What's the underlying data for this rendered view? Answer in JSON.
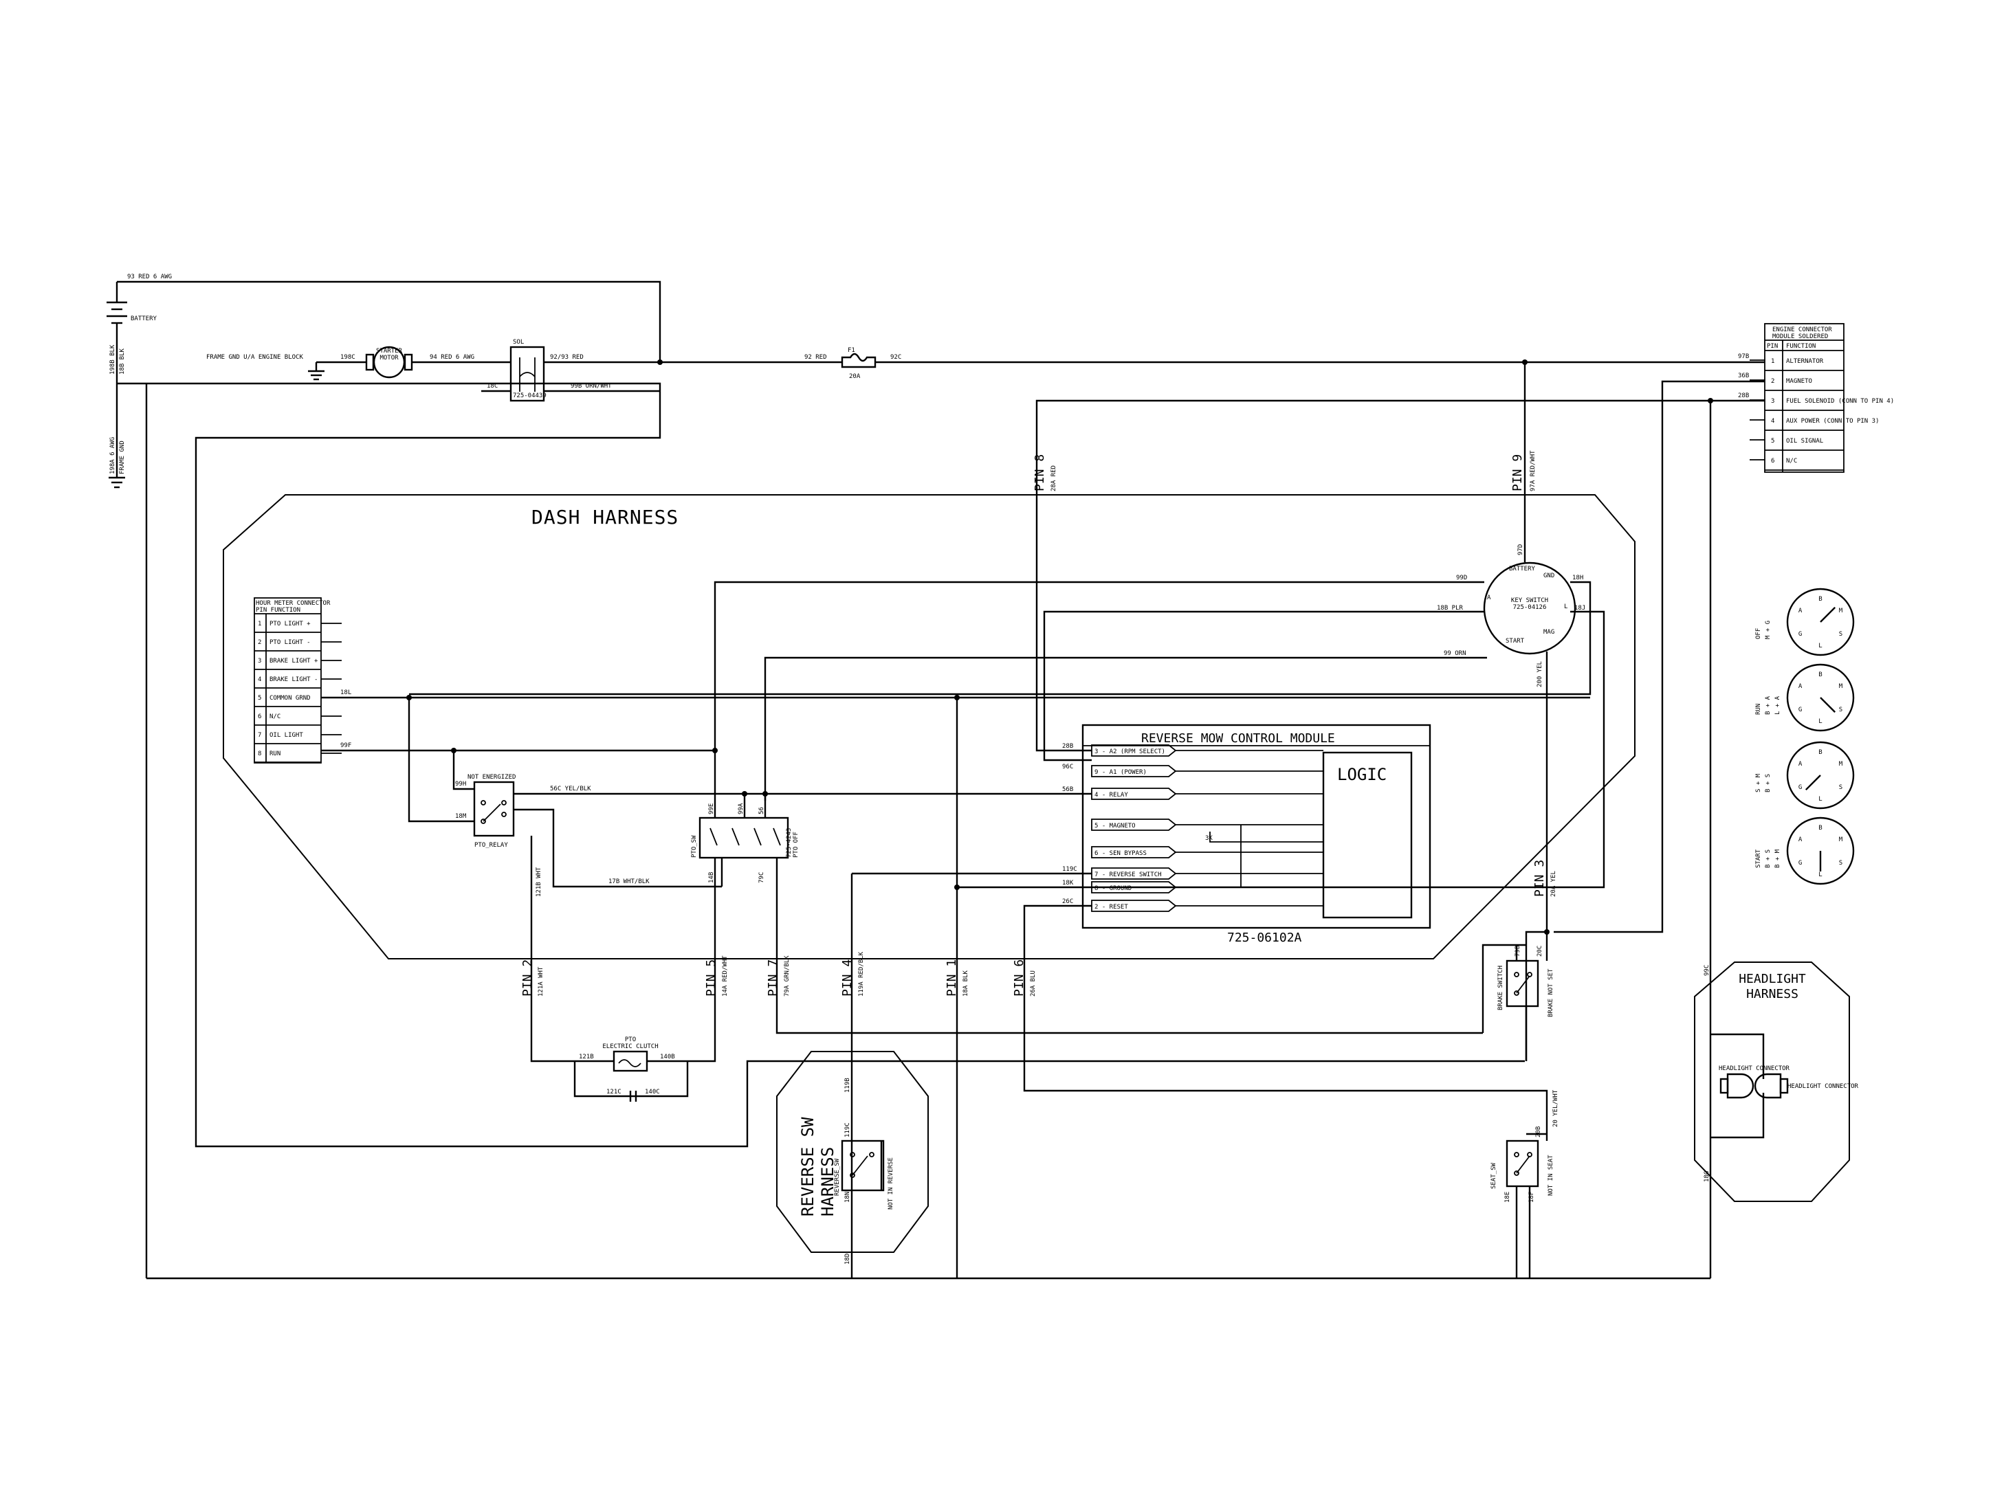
{
  "harnesses": {
    "dash": "DASH HARNESS",
    "reverse_sw": [
      "REVERSE SW",
      "HARNESS"
    ],
    "headlight": [
      "HEADLIGHT",
      "HARNESS"
    ]
  },
  "module": {
    "title": "REVERSE MOW CONTROL MODULE",
    "logic": "LOGIC",
    "part_no": "725-06102A",
    "pins": [
      "3 - A2 (RPM SELECT)",
      "9 - A1 (POWER)",
      "4 - RELAY",
      "5 - MAGNETO",
      "6 - SEN BYPASS",
      "7 - REVERSE SWITCH",
      "8 - GROUND",
      "2 - RESET"
    ],
    "wires": [
      "28B",
      "96C",
      "56B",
      "",
      "",
      "119C",
      "18K",
      "26C"
    ]
  },
  "engine_connector": {
    "title": [
      "ENGINE CONNECTOR",
      "MODULE SOLDERED"
    ],
    "headers": [
      "PIN",
      "FUNCTION"
    ],
    "rows": [
      {
        "pin": "1",
        "fn": "ALTERNATOR"
      },
      {
        "pin": "2",
        "fn": "MAGNETO"
      },
      {
        "pin": "3",
        "fn": "FUEL SOLENOID (CONN TO PIN 4)"
      },
      {
        "pin": "4",
        "fn": "AUX POWER (CONN TO PIN 3)"
      },
      {
        "pin": "5",
        "fn": "OIL SIGNAL"
      },
      {
        "pin": "6",
        "fn": "N/C"
      }
    ],
    "wires": [
      "97B",
      "36B",
      "28B"
    ]
  },
  "hour_meter": {
    "title": [
      "HOUR METER CONNECTOR",
      "PIN FUNCTION"
    ],
    "rows": [
      {
        "pin": "1",
        "fn": "PTO LIGHT +"
      },
      {
        "pin": "2",
        "fn": "PTO LIGHT -"
      },
      {
        "pin": "3",
        "fn": "BRAKE LIGHT +"
      },
      {
        "pin": "4",
        "fn": "BRAKE LIGHT -"
      },
      {
        "pin": "5",
        "fn": "COMMON GRND"
      },
      {
        "pin": "6",
        "fn": "N/C"
      },
      {
        "pin": "7",
        "fn": "OIL LIGHT"
      },
      {
        "pin": "8",
        "fn": "RUN"
      }
    ],
    "wires": [
      "18L",
      "99F"
    ]
  },
  "top_wires": {
    "w93": "93 RED 6 AWG",
    "battery": "BATTERY",
    "frame_gnd": "FRAME GND U/A ENGINE BLOCK",
    "starter": [
      "STARTER",
      "MOTOR"
    ],
    "w94": "94 RED 6 AWG",
    "w198c": "198C",
    "w92_93": "92/93 RED",
    "w92": "92 RED",
    "fuse": "F1",
    "fuse_rating": "20A",
    "w92c": "92C",
    "w18c": "18C",
    "w99b": "99B ORN/WHT",
    "solenoid_part": "725-04439",
    "solenoid_lbl": "SOL",
    "left_a": "198B BLK",
    "left_a2": "18B BLK",
    "left_b": "198A 6 AWG",
    "left_b2": "FRAME GND"
  },
  "key_switch": {
    "name": [
      "KEY SWITCH",
      "725-04126"
    ],
    "terminals": [
      "BATTERY",
      "START",
      "GND",
      "MAG",
      "L",
      "A"
    ],
    "wires": [
      "99D",
      "18B PLR",
      "99 ORN",
      "18H",
      "18J",
      "97D",
      "200 YEL"
    ]
  },
  "pins": {
    "p8": {
      "label": "PIN 8",
      "wire": "28A RED"
    },
    "p9": {
      "label": "PIN 9",
      "wire": "97A RED/WHT"
    },
    "p3": {
      "label": "PIN 3",
      "wire": "20A YEL"
    },
    "p2": {
      "label": "PIN 2",
      "wire": "121A WHT"
    },
    "p5": {
      "label": "PIN 5",
      "wire": "14A RED/WHT"
    },
    "p7": {
      "label": "PIN 7",
      "wire": "79A GRN/BLK"
    },
    "p4": {
      "label": "PIN 4",
      "wire": "119A RED/BLK"
    },
    "p1": {
      "label": "PIN 1",
      "wire": "18A BLK"
    },
    "p6": {
      "label": "PIN 6",
      "wire": "26A BLU"
    }
  },
  "pto_relay": {
    "label": "PTO_RELAY",
    "state": "NOT ENERGIZED",
    "wires": [
      "99H",
      "18M",
      "56C YEL/BLK",
      "121B WHT",
      "17B WHT/BLK"
    ]
  },
  "pto_switch": {
    "label": "PTO_SW",
    "state": "PTO OFF",
    "part": "725-4243",
    "wires": [
      "99E",
      "99A",
      "56",
      "14B",
      "79C",
      "99C"
    ]
  },
  "clutch": {
    "label": [
      "PTO",
      "ELECTRIC CLUTCH"
    ],
    "wires": [
      "121B",
      "140B",
      "121C",
      "140C"
    ]
  },
  "brake_sw": {
    "label": "BRAKE SWITCH",
    "state": "BRAKE NOT SET",
    "wires": [
      "79B",
      "20C"
    ]
  },
  "seat_sw": {
    "label": "SEAT_SW",
    "state": "NOT IN SEAT",
    "wires": [
      "18E",
      "18F",
      "20B",
      "20 YEL/WHT"
    ]
  },
  "reverse_sw": {
    "label": "REVERSE_SW",
    "state": "NOT IN REVERSE",
    "wires": [
      "119B",
      "119C",
      "18N",
      "18D"
    ]
  },
  "headlight": {
    "conn_a": "HEADLIGHT CONNECTOR",
    "conn_b": "HEADLIGHT CONNECTOR",
    "wires": [
      "99C",
      "18G"
    ]
  },
  "key_positions": [
    {
      "lines": [
        "OFF",
        "M + G"
      ],
      "terms": [
        "B",
        "M",
        "S",
        "L",
        "G",
        "A"
      ],
      "angle": -45
    },
    {
      "lines": [
        "RUN",
        "B + A",
        "L + A"
      ],
      "terms": [
        "B",
        "M",
        "S",
        "L",
        "G",
        "A"
      ],
      "angle": 45
    },
    {
      "lines": [
        "S + M",
        "B + S"
      ],
      "terms": [
        "B",
        "M",
        "S",
        "L",
        "G",
        "A"
      ],
      "angle": 135
    },
    {
      "lines": [
        "START",
        "B + S",
        "B + M"
      ],
      "terms": [
        "B",
        "M",
        "S",
        "L",
        "G",
        "A"
      ],
      "angle": 90
    }
  ]
}
